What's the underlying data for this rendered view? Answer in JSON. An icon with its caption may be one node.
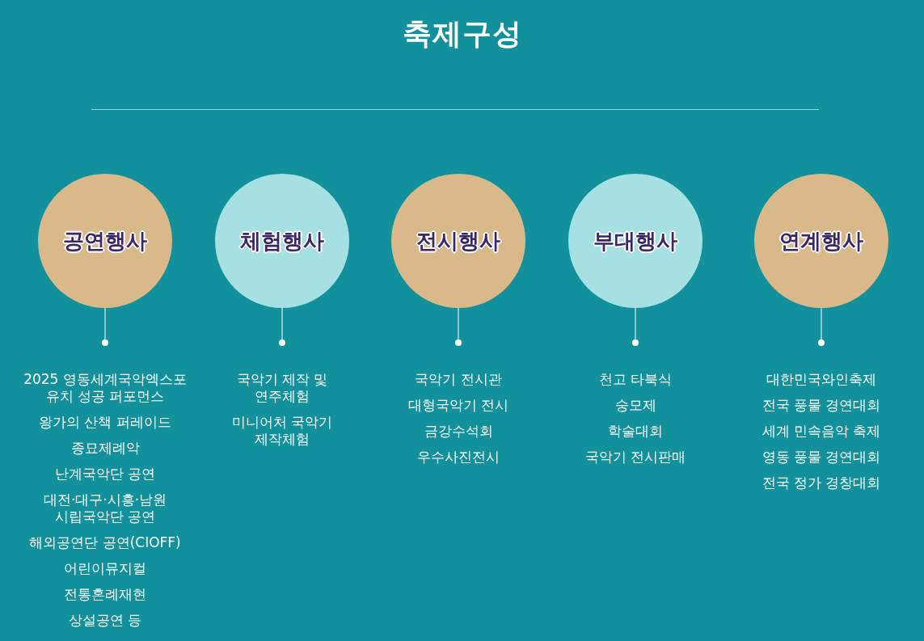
{
  "diagram": {
    "title": "축제구성",
    "nodes": [
      {
        "text": [
          "공연행사"
        ],
        "beside": [
          "2025 영동세계국악엑스포 유치 성공 퍼포먼스",
          "왕가의 산책 퍼레이드",
          "종묘제례악",
          "난계국악단 공연",
          "대전·대구·시흥·남원 시립국악단 공연",
          "해외공연단 공연(CIOFF)",
          "어린이뮤지컬",
          "전통혼례재현",
          "상설공연 등"
        ]
      },
      {
        "text": [
          "체험행사"
        ],
        "beside": [
          "국악기 제작 및 연주체험",
          "미니어처 국악기 제작체험"
        ]
      },
      {
        "text": [
          "전시행사"
        ],
        "beside": [
          "국악기 전시관",
          "대형국악기 전시",
          "금강수석회",
          "우수사진전시"
        ]
      },
      {
        "text": [
          "부대행사"
        ],
        "beside": [
          "천고 타북식",
          "숭모제",
          "학술대회",
          "국악기 전시판매"
        ]
      },
      {
        "text": [
          "연계행사"
        ],
        "beside": [
          "대한민국와인축제",
          "전국 풍물 경연대회",
          "세계 민속음악 축제",
          "영동 풍물 경연대회",
          "전국 정가 경창대회"
        ]
      }
    ],
    "edges": [
      {
        "from": 0,
        "to": null,
        "arrow": "other"
      },
      {
        "from": 1,
        "to": null,
        "arrow": "other"
      },
      {
        "from": 2,
        "to": null,
        "arrow": "other"
      },
      {
        "from": 3,
        "to": null,
        "arrow": "other"
      },
      {
        "from": 4,
        "to": null,
        "arrow": "other"
      }
    ]
  }
}
